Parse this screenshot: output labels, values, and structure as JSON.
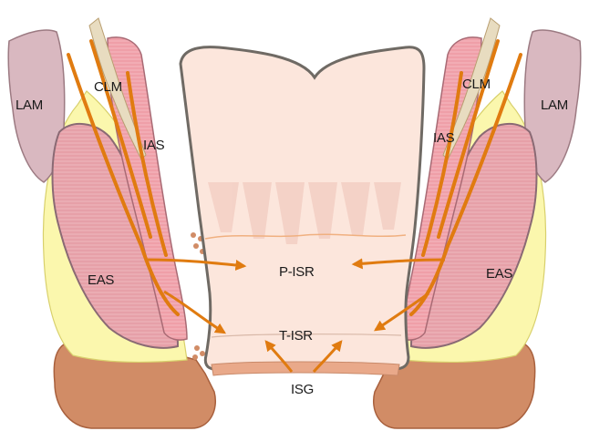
{
  "labels": {
    "lam_left": "LAM",
    "clm_left": "CLM",
    "ias_left": "IAS",
    "eas_left": "EAS",
    "lam_right": "LAM",
    "clm_right": "CLM",
    "ias_right": "IAS",
    "eas_right": "EAS",
    "p_isr": "P-ISR",
    "t_isr": "T-ISR",
    "isg": "ISG"
  },
  "colors": {
    "lam": "#d9b8c0",
    "fat_yellow": "#fbf7ad",
    "ias_pink": "#ef9fa8",
    "eas_pink": "#e6a0a8",
    "canal_peach": "#fce6dc",
    "muscle_brown": "#d18c66",
    "arrow_orange": "#e07b10",
    "clm_tan": "#e8dcc0"
  }
}
